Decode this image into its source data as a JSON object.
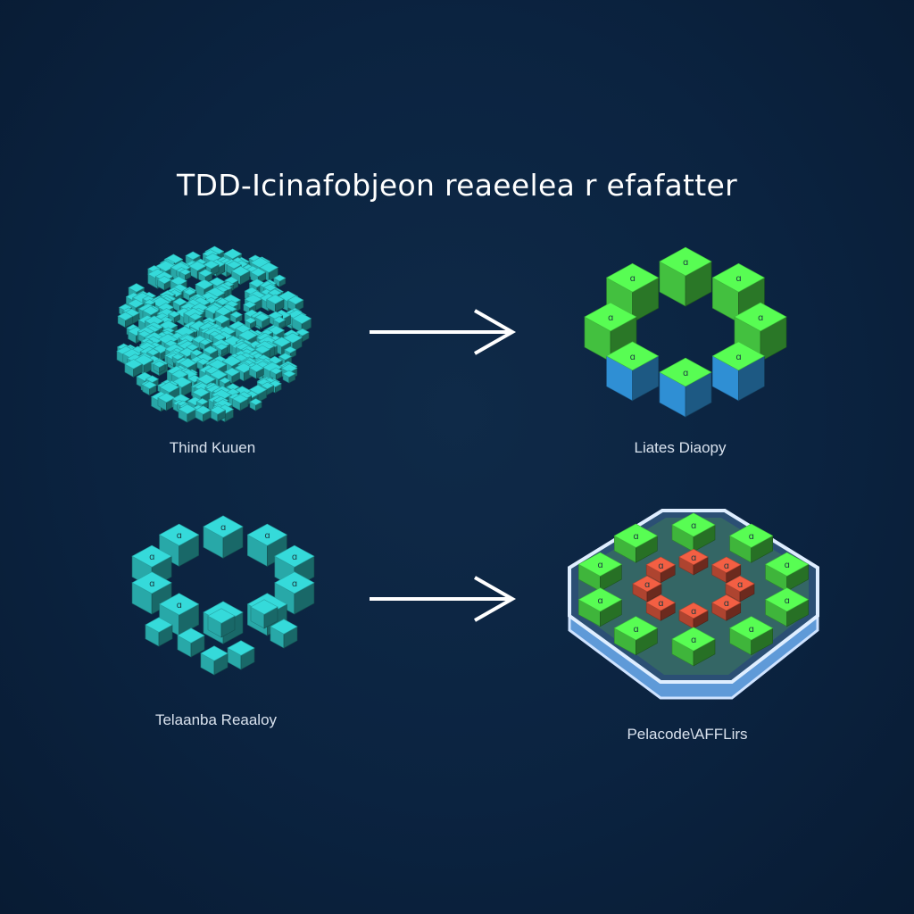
{
  "title": "TDD-Icinafobjeon reaeelea r efafatter",
  "panels": [
    {
      "label": "Thind Kuuen",
      "arrow_to": 1
    },
    {
      "label": "Liates Diaopy"
    },
    {
      "label": "Telaanba Reaaloy",
      "arrow_to": 3
    },
    {
      "label": "Pelacode\\AFFLirs"
    }
  ],
  "colors": {
    "background": "#0b2340",
    "teal": "#2fc3c3",
    "green": "#4fe24a",
    "blue": "#2f8fd4",
    "red": "#d9553c",
    "arrow": "#ffffff"
  }
}
